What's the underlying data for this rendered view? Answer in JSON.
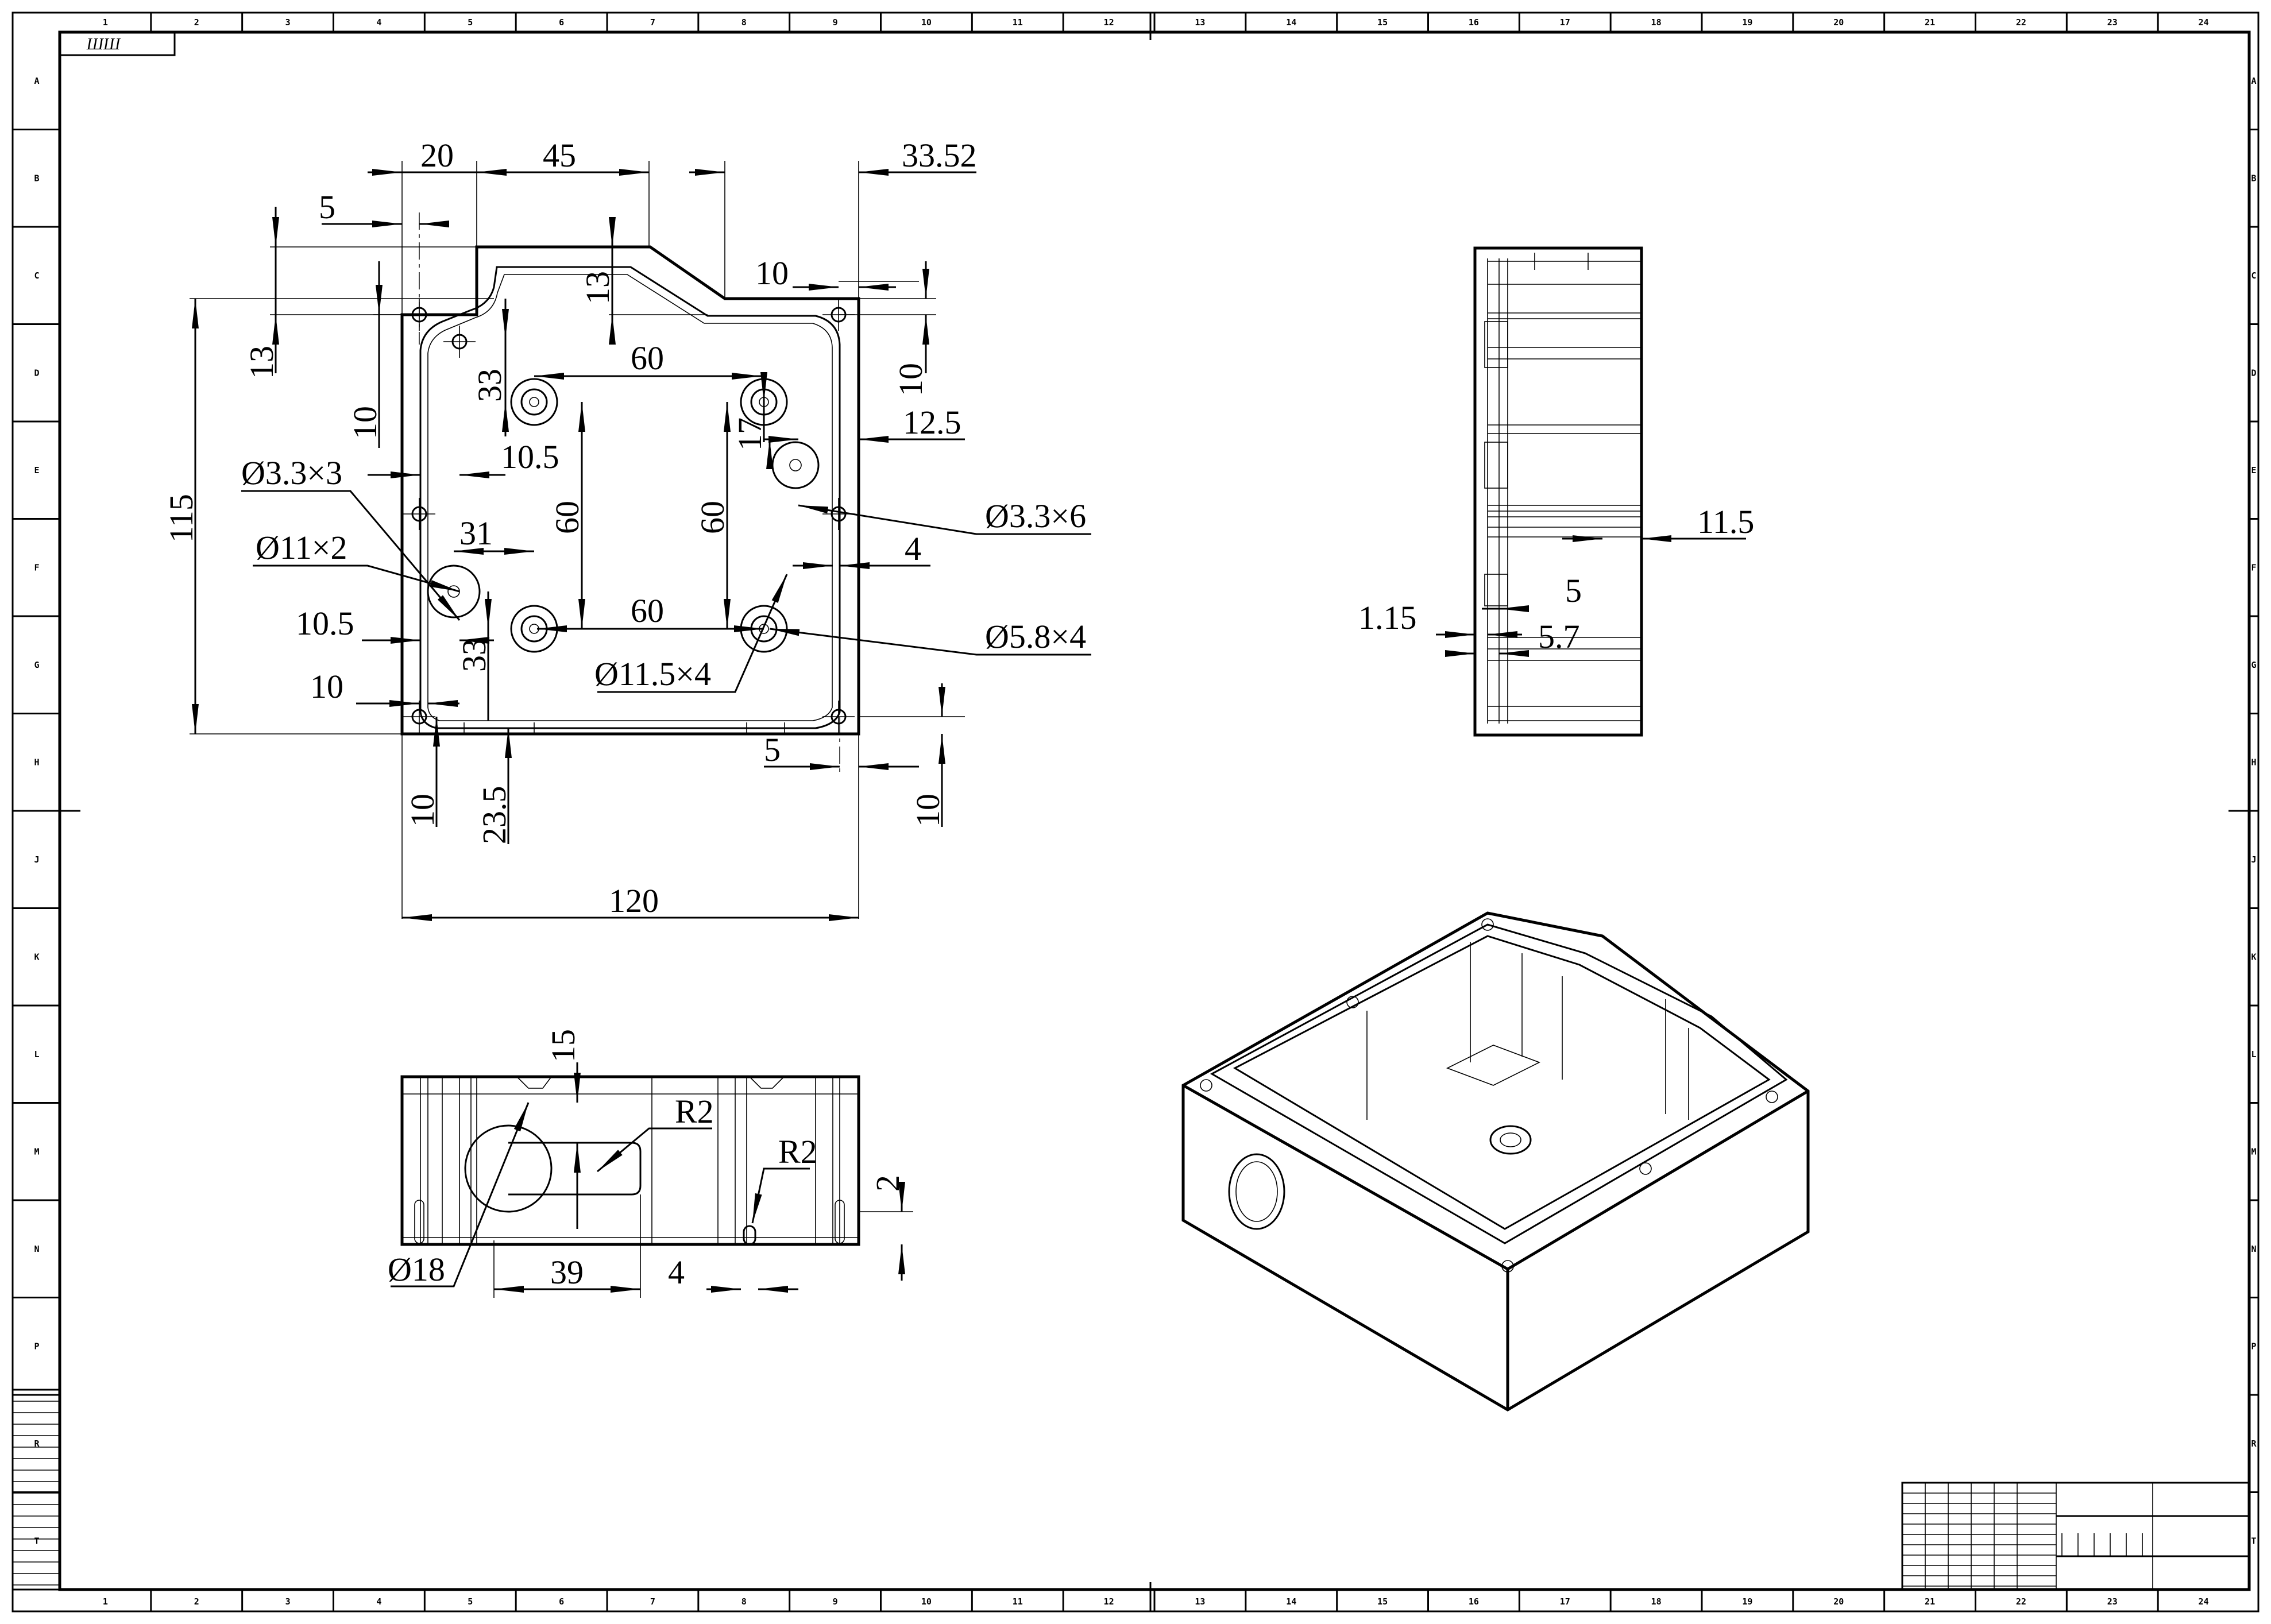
{
  "title_box_label": "ШШ",
  "zones": {
    "columns": [
      "1",
      "2",
      "3",
      "4",
      "5",
      "6",
      "7",
      "8",
      "9",
      "10",
      "11",
      "12",
      "13",
      "14",
      "15",
      "16",
      "17",
      "18",
      "19",
      "20",
      "21",
      "22",
      "23",
      "24"
    ],
    "rows": [
      "A",
      "B",
      "C",
      "D",
      "E",
      "F",
      "G",
      "H",
      "J",
      "K",
      "L",
      "M",
      "N",
      "P",
      "R",
      "T"
    ]
  },
  "top_view": {
    "dims": [
      "20",
      "45",
      "33.52",
      "5",
      "10",
      "13",
      "13",
      "33",
      "10",
      "10",
      "60",
      "17",
      "12.5",
      "10.5",
      "Ø3.3×3",
      "Ø3.3×6",
      "115",
      "Ø11×2",
      "31",
      "60",
      "60",
      "4",
      "10.5",
      "60",
      "Ø5.8×4",
      "33",
      "Ø11.5×4",
      "10",
      "5",
      "10",
      "23.5",
      "10",
      "120"
    ]
  },
  "side_view": {
    "dims": [
      "11.5",
      "5",
      "1.15",
      "5.7"
    ]
  },
  "front_view": {
    "dims": [
      "15",
      "R2",
      "R2",
      "2",
      "Ø18",
      "39",
      "4"
    ]
  }
}
